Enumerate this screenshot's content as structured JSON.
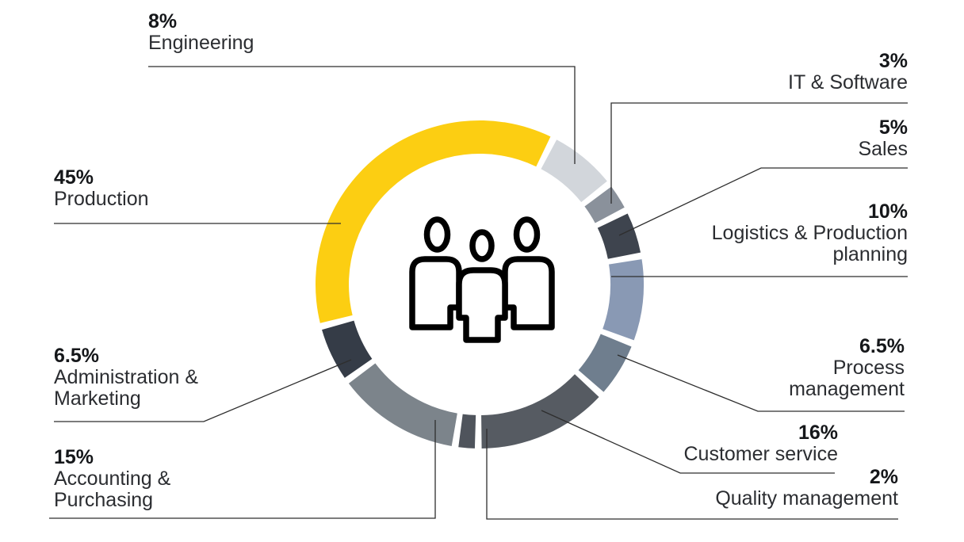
{
  "chart_data": {
    "type": "donut",
    "unit": "%",
    "legend": "none",
    "center_icon": "people-group-icon",
    "background_color": "#ffffff",
    "leader_line_color": "#2e2e2e",
    "segments": [
      {
        "id": "engineering",
        "label": "Engineering",
        "pct": "8%",
        "value": 8,
        "color": "#D2D6DB"
      },
      {
        "id": "it_software",
        "label": "IT & Software",
        "pct": "3%",
        "value": 3,
        "color": "#8A919B"
      },
      {
        "id": "sales",
        "label": "Sales",
        "pct": "5%",
        "value": 5,
        "color": "#3E444E"
      },
      {
        "id": "logistics",
        "label": "Logistics & Production\nplanning",
        "pct": "10%",
        "value": 10,
        "color": "#8999B4"
      },
      {
        "id": "process",
        "label": "Process\nmanagement",
        "pct": "6.5%",
        "value": 6.5,
        "color": "#6F7E8E"
      },
      {
        "id": "customer_service",
        "label": "Customer service",
        "pct": "16%",
        "value": 16,
        "color": "#565B62"
      },
      {
        "id": "quality",
        "label": "Quality management",
        "pct": "2%",
        "value": 2,
        "color": "#4F545C"
      },
      {
        "id": "accounting",
        "label": "Accounting &\nPurchasing",
        "pct": "15%",
        "value": 15,
        "color": "#7C848B"
      },
      {
        "id": "administration",
        "label": "Administration &\nMarketing",
        "pct": "6.5%",
        "value": 6.5,
        "color": "#353C47"
      },
      {
        "id": "production",
        "label": "Production",
        "pct": "45%",
        "value": 45,
        "color": "#FCCE12"
      }
    ]
  }
}
